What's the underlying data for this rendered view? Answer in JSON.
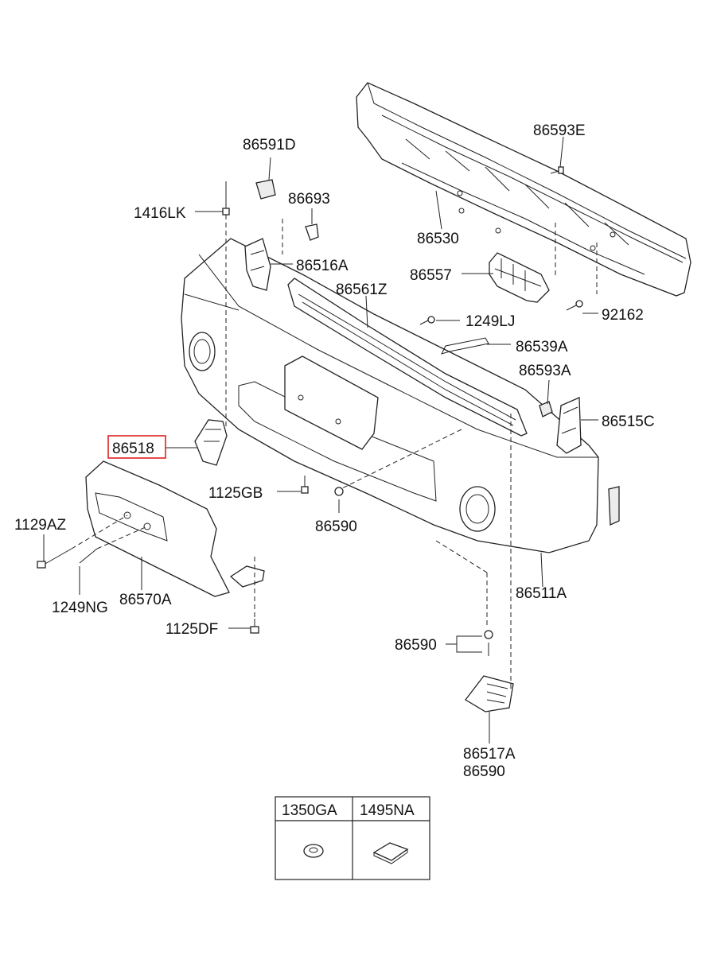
{
  "labels": {
    "p86591D": "86591D",
    "p86693": "86693",
    "p1416LK": "1416LK",
    "p86593E": "86593E",
    "p86530": "86530",
    "p86516A": "86516A",
    "p86557": "86557",
    "p86561Z": "86561Z",
    "p92162": "92162",
    "p1249LJ": "1249LJ",
    "p86539A": "86539A",
    "p86593A": "86593A",
    "p86515C": "86515C",
    "p86518": "86518",
    "p1125GB": "1125GB",
    "p86590a": "86590",
    "p1129AZ": "1129AZ",
    "p1249NG": "1249NG",
    "p86570A": "86570A",
    "p86511A": "86511A",
    "p1125DF": "1125DF",
    "p86590b": "86590",
    "p86517A": "86517A",
    "p86590c": "86590"
  },
  "table": {
    "headers": [
      "1350GA",
      "1495NA"
    ]
  },
  "highlight": "86518",
  "colors": {
    "highlight": "#e02020",
    "line": "#222222"
  }
}
